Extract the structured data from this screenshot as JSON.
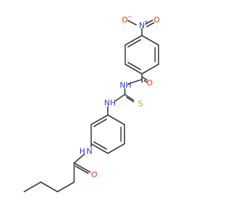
{
  "molecule": {
    "atoms": {
      "nitro_oxygen_left": {
        "symbol": "O",
        "charge": "−",
        "color": "#e8321f"
      },
      "nitro_nitrogen": {
        "symbol": "N",
        "charge": "+",
        "color": "#2e3bd6"
      },
      "nitro_oxygen_right": {
        "symbol": "O",
        "color": "#e8321f"
      },
      "amide_oxygen": {
        "symbol": "O",
        "color": "#e8321f"
      },
      "amide_nh": {
        "symbol": "NH",
        "color": "#2e3bd6"
      },
      "thiourea_nh": {
        "symbol": "NH",
        "color": "#2e3bd6"
      },
      "thio_sulfur": {
        "symbol": "S",
        "color": "#b9a614"
      },
      "anilide_nh": {
        "symbol": "N",
        "hydrogen": "H",
        "color": "#2e3bd6"
      },
      "butanamide_oxygen": {
        "symbol": "O",
        "color": "#e8321f"
      }
    },
    "bond_color": "#3a3a3a"
  }
}
